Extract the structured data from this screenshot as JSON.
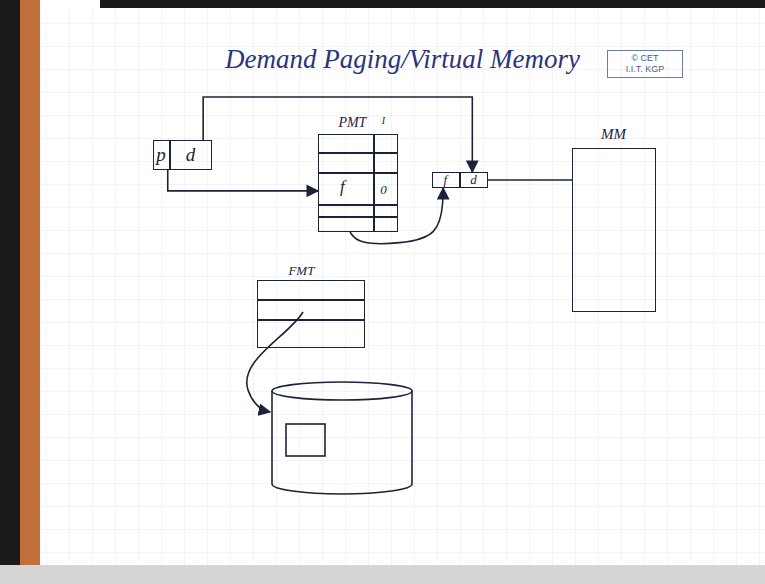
{
  "diagram": {
    "title": "Demand Paging/Virtual Memory",
    "nodes": [
      {
        "text": [
          "p",
          "d"
        ]
      },
      {
        "text": [
          "PMT",
          "I",
          "f",
          "0"
        ]
      },
      {
        "text": [
          "f",
          "d"
        ]
      },
      {
        "text": [
          "MM"
        ]
      },
      {
        "text": [
          "FMT"
        ]
      }
    ],
    "edges": [
      {
        "from": 0,
        "to": 1,
        "arrow": "to"
      },
      {
        "from": 0,
        "to": 2,
        "arrow": "to"
      },
      {
        "from": 1,
        "to": 2,
        "arrow": "to"
      },
      {
        "from": 2,
        "to": 3,
        "arrow": "none"
      }
    ],
    "labels": [
      "© CET",
      "I.I.T. KGP"
    ]
  }
}
